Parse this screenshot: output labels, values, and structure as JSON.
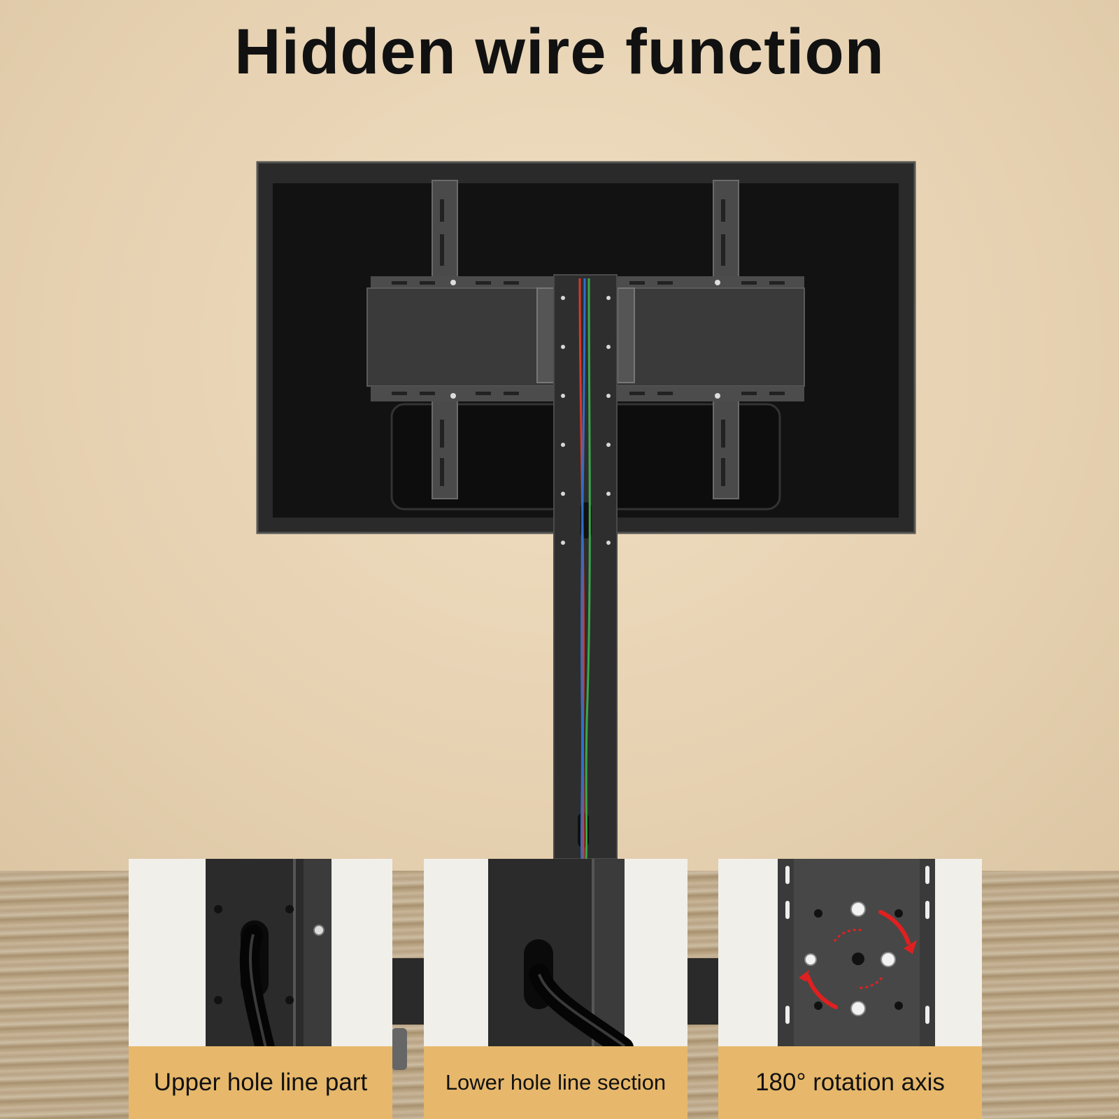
{
  "title": "Hidden wire function",
  "panels": [
    {
      "caption": "Upper hole line part"
    },
    {
      "caption": "Lower hole line section"
    },
    {
      "caption": "180° rotation axis"
    }
  ],
  "colors": {
    "wall": "#e9d7ba",
    "caption_band": "#e7b86b",
    "tv_back": "#1c1c1c",
    "bracket": "#3a3a3a",
    "wire_red": "#d9382b",
    "wire_green": "#3aa84a",
    "wire_blue": "#2f6fc9",
    "arrow_red": "#e02020"
  }
}
